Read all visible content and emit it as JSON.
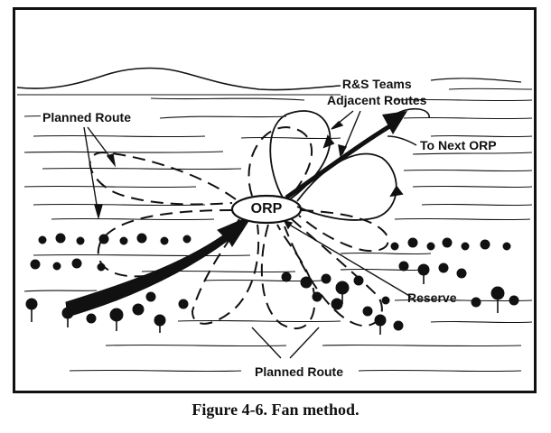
{
  "diagram": {
    "labels": {
      "rs_teams": "R&S Teams\nAdjacent Routes",
      "planned_route_top": "Planned Route",
      "to_next_orp": "To Next ORP",
      "orp": "ORP",
      "reserve": "Reserve",
      "planned_route_bottom": "Planned Route"
    }
  },
  "caption": "Figure 4-6. Fan method."
}
